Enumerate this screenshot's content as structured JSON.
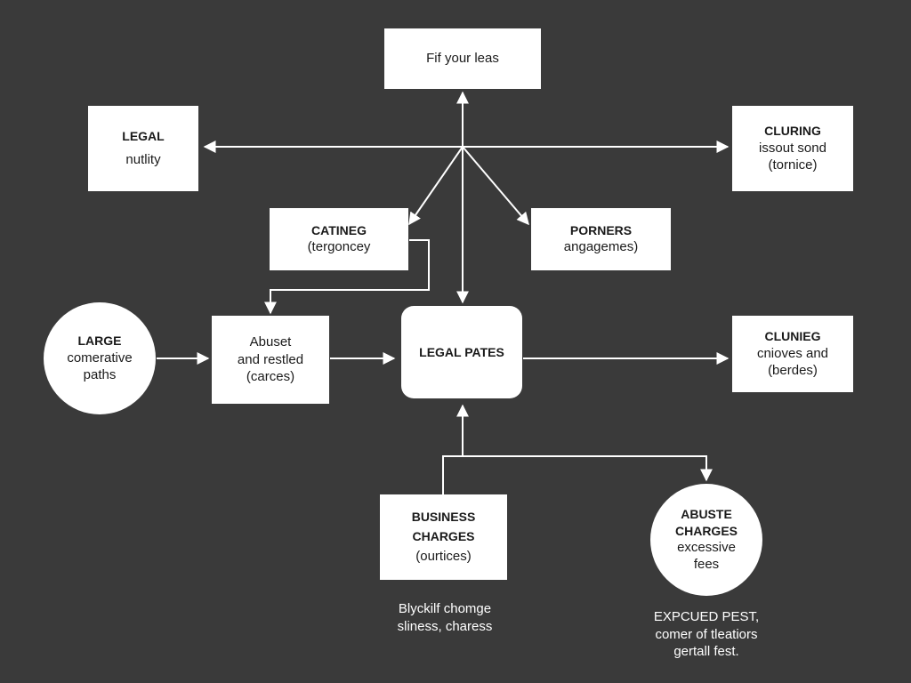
{
  "colors": {
    "background": "#3a3a3a",
    "node_fill": "#ffffff",
    "connector": "#ffffff",
    "text_dark": "#1a1a1a"
  },
  "nodes": {
    "top": {
      "line1": "Fif your leas"
    },
    "legal_nutlity": {
      "title": "LEGAL",
      "line2": "nutlity"
    },
    "cluring": {
      "title": "CLURING",
      "line2": "issout sond",
      "line3": "(tornice)"
    },
    "catineg": {
      "title": "CATINEG",
      "line2": "(tergoncey"
    },
    "porners": {
      "title": "PORNERS",
      "line2": "angagemes)"
    },
    "large": {
      "title": "LARGE",
      "line2": "comerative",
      "line3": "paths"
    },
    "abuset": {
      "line1": "Abuset",
      "line2": "and restled",
      "line3": "(carces)"
    },
    "center": {
      "title": "LEGAL PATES"
    },
    "clunieg": {
      "title": "CLUNIEG",
      "line2": "cnioves and",
      "line3": "(berdes)"
    },
    "business": {
      "title1": "BUSINESS",
      "title2": "CHARGES",
      "line3": "(ourtices)"
    },
    "abuste": {
      "title1": "ABUSTE",
      "title2": "CHARGES",
      "line3": "excessive",
      "line4": "fees"
    }
  },
  "captions": {
    "business": {
      "line1": "Blyckilf chomge",
      "line2": "sliness, charess"
    },
    "abuste": {
      "line1": "EXPCUED PEST,",
      "line2": "comer of tleatiors",
      "line3": "gertall fest."
    }
  }
}
